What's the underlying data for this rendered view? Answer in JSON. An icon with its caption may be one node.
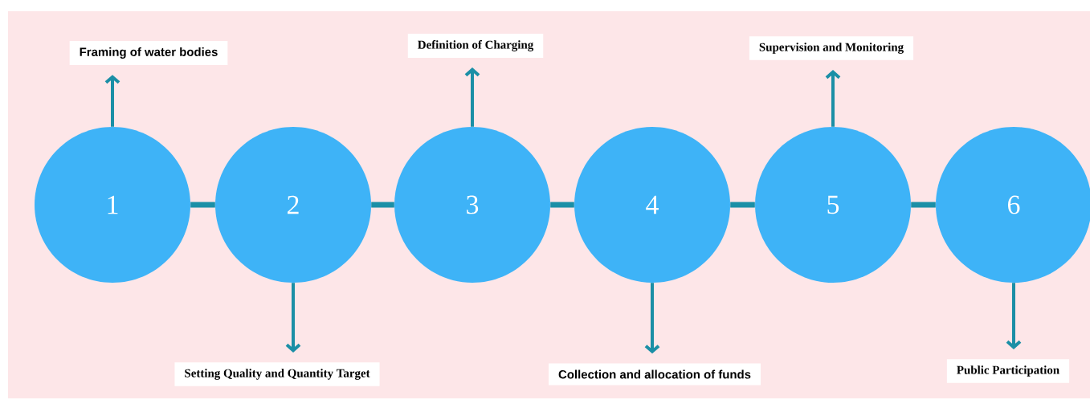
{
  "diagram": {
    "nodes": [
      {
        "text": [
          "Framing of water bodies"
        ]
      },
      {
        "text": [
          "Definition of Charging"
        ]
      },
      {
        "text": [
          "Supervision and Monitoring"
        ]
      },
      {
        "text": [
          "1"
        ]
      },
      {
        "text": [
          "2"
        ]
      },
      {
        "text": [
          "3"
        ]
      },
      {
        "text": [
          "4"
        ]
      },
      {
        "text": [
          "5"
        ]
      },
      {
        "text": [
          "6"
        ]
      },
      {
        "text": [
          "Setting Quality and Quantity Target"
        ]
      },
      {
        "text": [
          "Collection and allocation of funds"
        ]
      },
      {
        "text": [
          "Public Participation"
        ]
      }
    ],
    "edges": [
      {
        "from": 3,
        "to": 4,
        "arrow": "none"
      },
      {
        "from": 4,
        "to": 5,
        "arrow": "none"
      },
      {
        "from": 5,
        "to": 6,
        "arrow": "none"
      },
      {
        "from": 6,
        "to": 7,
        "arrow": "none"
      },
      {
        "from": 7,
        "to": 8,
        "arrow": "none"
      },
      {
        "from": 3,
        "to": 0,
        "arrow": "to"
      },
      {
        "from": 4,
        "to": 9,
        "arrow": "to"
      },
      {
        "from": 5,
        "to": 1,
        "arrow": "to"
      },
      {
        "from": 6,
        "to": 10,
        "arrow": "to"
      },
      {
        "from": 7,
        "to": 2,
        "arrow": "to"
      },
      {
        "from": 8,
        "to": 11,
        "arrow": "to"
      }
    ]
  }
}
